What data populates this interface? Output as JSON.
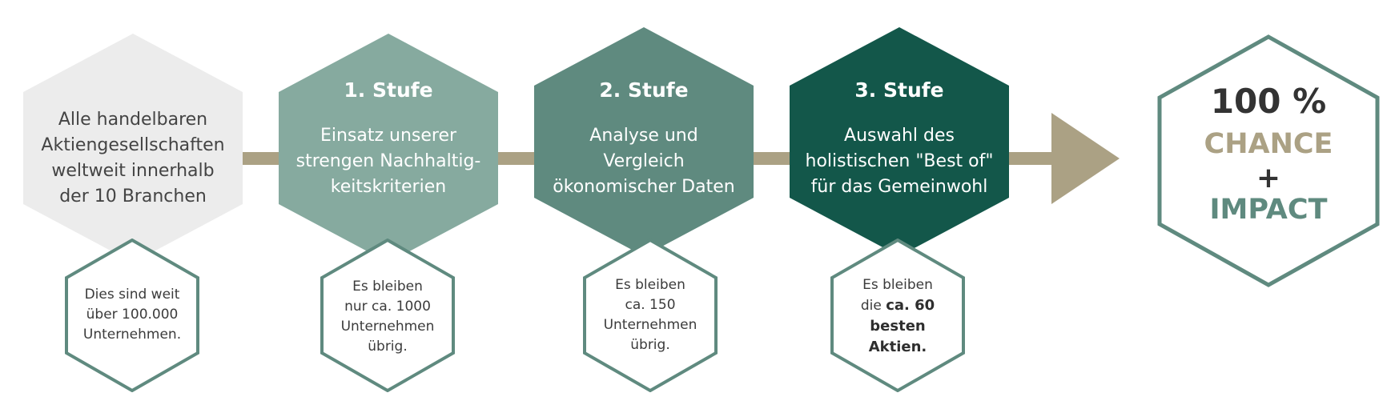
{
  "colors": {
    "light_gray": "#ececec",
    "stage1": "#86aa9f",
    "stage2": "#5f8a7f",
    "stage3": "#13574a",
    "outline": "#5f8a7f",
    "connector": "#aba184",
    "text_dark": "#333333",
    "text_gray": "#444444",
    "chance_color": "#aba184",
    "impact_color": "#5f8a7f"
  },
  "start": {
    "lines": [
      "Alle handelbaren",
      "Aktiengesellschaften",
      "weltweit innerhalb",
      "der 10 Branchen"
    ],
    "result_lines": [
      "Dies sind weit",
      "über 100.000",
      "Unternehmen."
    ]
  },
  "stages": [
    {
      "title": "1. Stufe",
      "lines": [
        "Einsatz unserer",
        "strengen Nachhaltig-",
        "keitskriterien"
      ],
      "result_lines": [
        "Es bleiben",
        "nur ca. 1000",
        "Unternehmen",
        "übrig."
      ]
    },
    {
      "title": "2. Stufe",
      "lines": [
        "Analyse und",
        "Vergleich",
        "ökonomischer Daten"
      ],
      "result_lines": [
        "Es bleiben",
        "ca. 150",
        "Unternehmen",
        "übrig."
      ]
    },
    {
      "title": "3. Stufe",
      "lines": [
        "Auswahl des",
        "holistischen \"Best of\"",
        "für das Gemeinwohl"
      ],
      "result_lines": [
        "Es bleiben"
      ],
      "result_mixed_prefix": "die ",
      "result_mixed_bold": "ca. 60",
      "result_bold_lines": [
        "besten",
        "Aktien."
      ]
    }
  ],
  "result": {
    "percent": "100 %",
    "chance": "CHANCE",
    "plus": "+",
    "impact": "IMPACT"
  }
}
